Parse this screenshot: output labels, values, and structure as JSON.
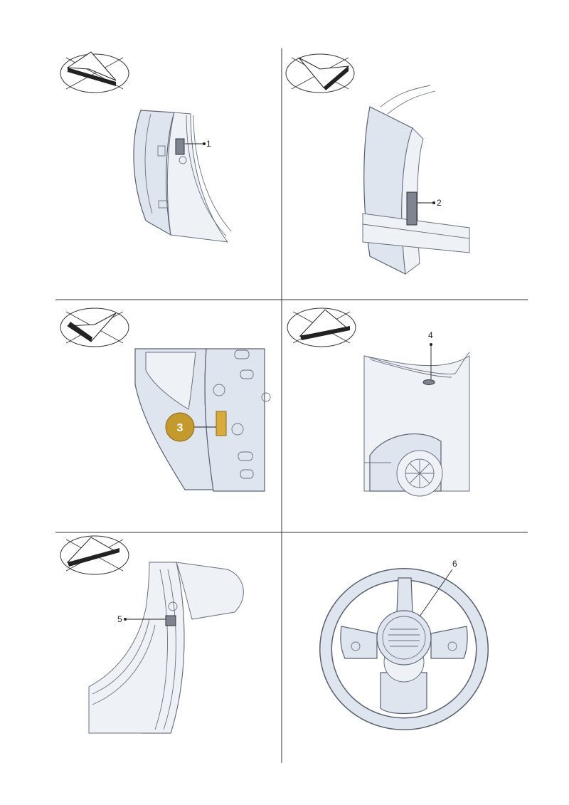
{
  "colors": {
    "page_background": "#ffffff",
    "divider": "#333333",
    "part_fill": "#dfe5ee",
    "part_outline": "#5a6070",
    "label_patch": "#7e8590",
    "highlight_badge": "#c49a2c",
    "highlight_patch": "#d8ab3c"
  },
  "icons": {
    "view_direction": "view-direction-icon"
  },
  "panels": [
    {
      "id": "p1",
      "callout": "1",
      "view_icon": "view-direction-icon"
    },
    {
      "id": "p2",
      "callout": "2",
      "view_icon": "view-direction-icon"
    },
    {
      "id": "p3",
      "callout": "3",
      "view_icon": "view-direction-icon",
      "highlighted": true
    },
    {
      "id": "p4",
      "callout": "4",
      "view_icon": "view-direction-icon"
    },
    {
      "id": "p5",
      "callout": "5",
      "view_icon": "view-direction-icon"
    },
    {
      "id": "p6",
      "callout": "6"
    }
  ]
}
